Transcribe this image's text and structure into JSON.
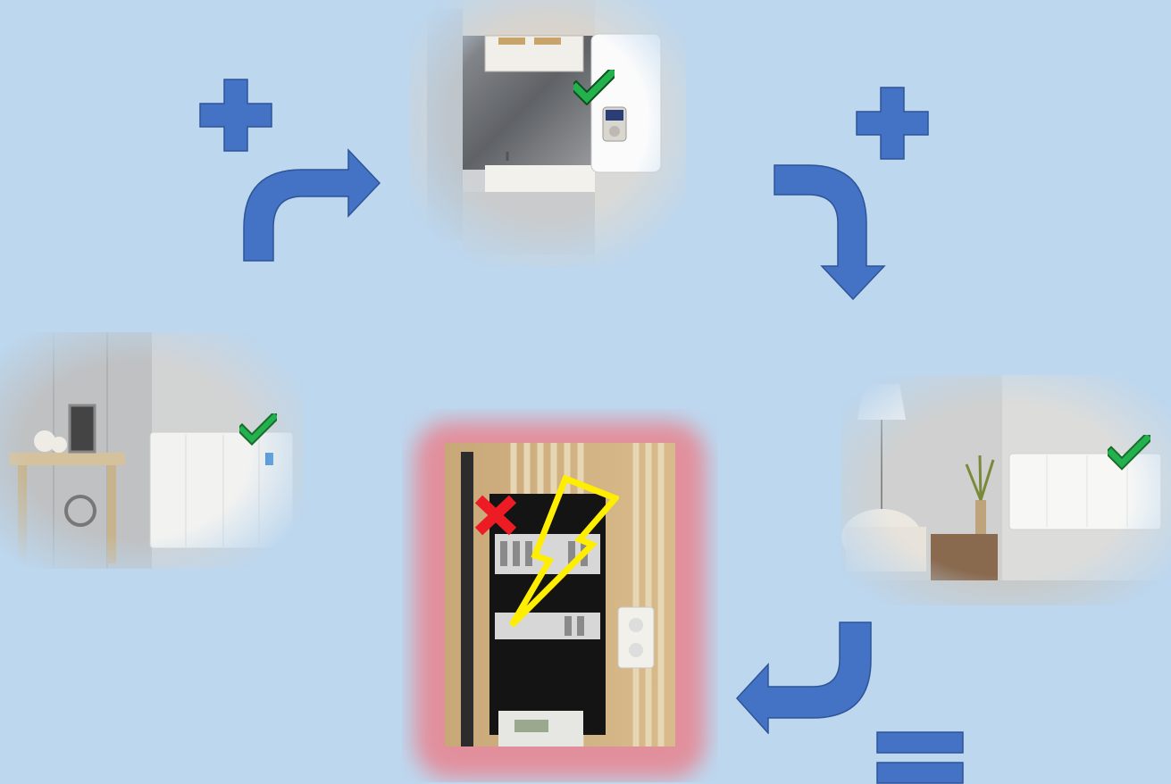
{
  "colors": {
    "background": "#bdd7ee",
    "arrow_fill": "#4472c4",
    "arrow_stroke": "#2f5597",
    "check_green": "#22b14c",
    "cross_red": "#ed1c24",
    "bolt_yellow": "#ffee00",
    "alert_glow": "#e8a0a8"
  },
  "nodes": [
    {
      "id": "bathroom-water-heater",
      "status": "check-icon"
    },
    {
      "id": "living-room-heater",
      "status": "check-icon"
    },
    {
      "id": "fuse-box",
      "status": "cross-icon",
      "overlay": "lightning-bolt-icon"
    },
    {
      "id": "hallway-heater",
      "status": "check-icon"
    }
  ],
  "symbols": [
    "plus-icon",
    "plus-icon",
    "equals-icon"
  ],
  "arrows": [
    "curved-arrow-right",
    "curved-arrow-down",
    "curved-arrow-left"
  ]
}
